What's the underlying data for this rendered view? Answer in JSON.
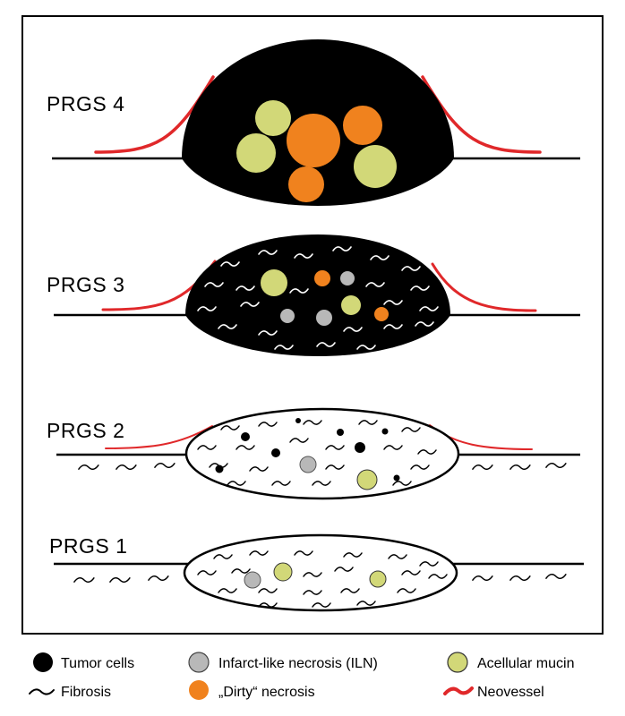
{
  "grades": [
    {
      "label": "PRGS 4"
    },
    {
      "label": "PRGS 3"
    },
    {
      "label": "PRGS 2"
    },
    {
      "label": "PRGS 1"
    }
  ],
  "legend": {
    "tumor_cells": "Tumor cells",
    "fibrosis": "Fibrosis",
    "infarct_necrosis": "Infarct-like necrosis (ILN)",
    "dirty_necrosis": "„Dirty“ necrosis",
    "acellular_mucin": "Acellular mucin",
    "neovessel": "Neovessel"
  },
  "colors": {
    "tumor": "#000000",
    "iln": "#b8b8b8",
    "dirty": "#f0821e",
    "mucin": "#d2d878",
    "neovessel": "#e0282a",
    "fibrosis_on_dark": "#ffffff",
    "fibrosis_on_light": "#000000"
  }
}
